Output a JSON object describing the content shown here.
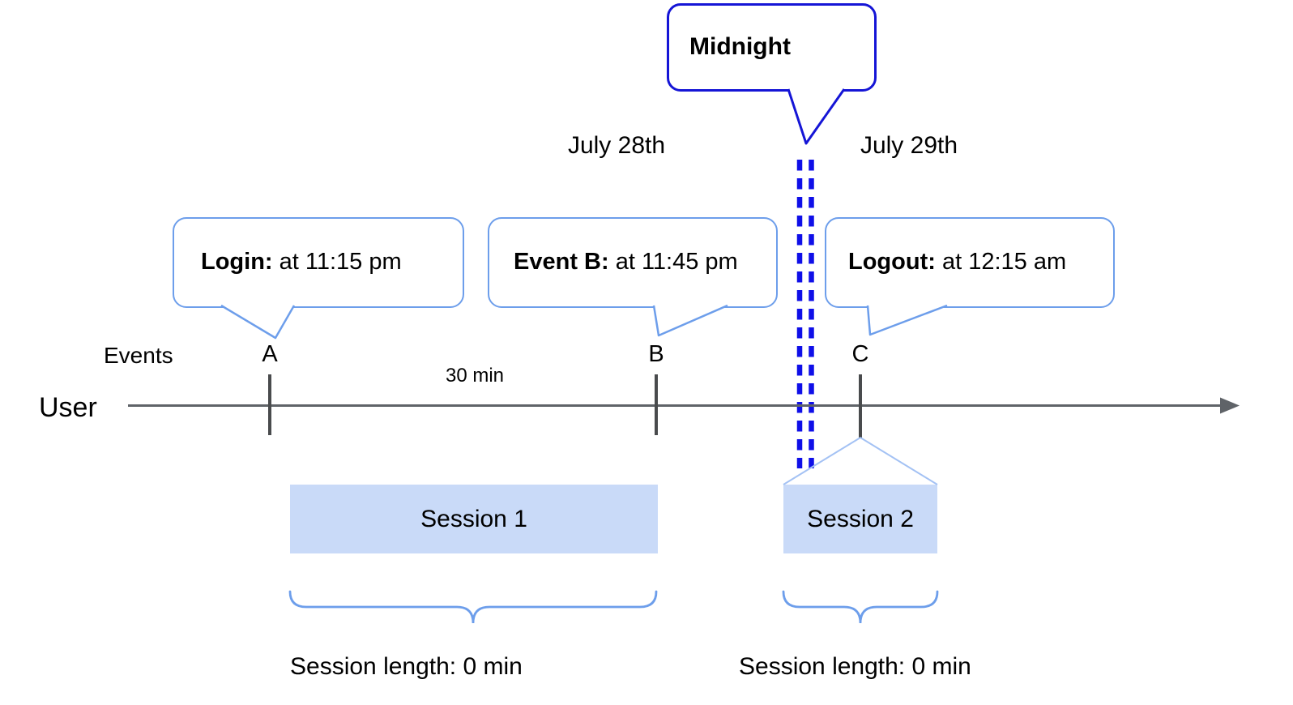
{
  "diagram": {
    "midnight": {
      "label": "Midnight"
    },
    "dates": {
      "before": "July 28th",
      "after": "July 29th"
    },
    "callouts": {
      "login": {
        "title": "Login:",
        "detail": " at 11:15 pm"
      },
      "event_b": {
        "title": "Event B:",
        "detail": " at 11:45 pm"
      },
      "logout": {
        "title": "Logout:",
        "detail": " at 12:15 am"
      }
    },
    "timeline": {
      "row_label": "User",
      "events_label": "Events",
      "events": [
        "A",
        "B",
        "C"
      ],
      "gap_label": "30 min"
    },
    "sessions": [
      {
        "label": "Session 1",
        "length": "Session length: 0 min"
      },
      {
        "label": "Session 2",
        "length": "Session length: 0 min"
      }
    ]
  },
  "colors": {
    "callout_border": "#6d9eeb",
    "midnight_border": "#1515d6",
    "dashed_line": "#0f0fe8",
    "session_fill": "#c9daf8",
    "session_connector": "#a4c2f4",
    "axis": "#5f6368",
    "tick": "#494b4d",
    "text": "#000000"
  }
}
